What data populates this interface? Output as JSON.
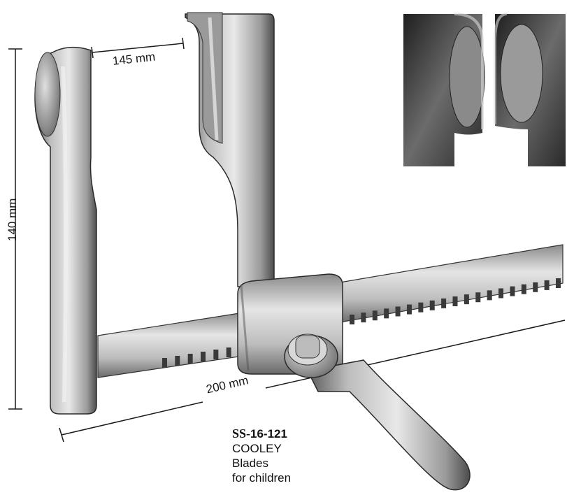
{
  "dimensions": {
    "width": "145 mm",
    "height": "140 mm",
    "bar_length": "200 mm"
  },
  "caption": {
    "code_prefix": "SS-",
    "code_number": "16-121",
    "name": "COOLEY",
    "line2": "Blades",
    "line3": "for children"
  },
  "colors": {
    "metal_light": "#e9e9e9",
    "metal_mid": "#a8a8a8",
    "metal_dark": "#4a4a4a",
    "inset_dark": "#2f2f2f",
    "line": "#1a1a1a"
  }
}
